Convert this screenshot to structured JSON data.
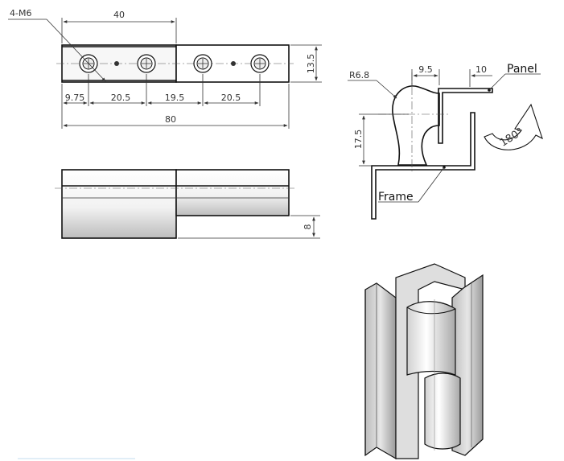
{
  "top_view": {
    "callout": "4-M6",
    "dim_40": "40",
    "dim_13_5": "13.5",
    "dim_9_75": "9.75",
    "dim_20_5_a": "20.5",
    "dim_19_5": "19.5",
    "dim_20_5_b": "20.5",
    "dim_80": "80"
  },
  "side_view": {
    "dim_8": "8"
  },
  "section_view": {
    "radius": "R6.8",
    "dim_9_5": "9.5",
    "dim_10": "10",
    "dim_17_5": "17.5",
    "label_panel": "Panel",
    "label_frame": "Frame",
    "rotation": "180°"
  }
}
